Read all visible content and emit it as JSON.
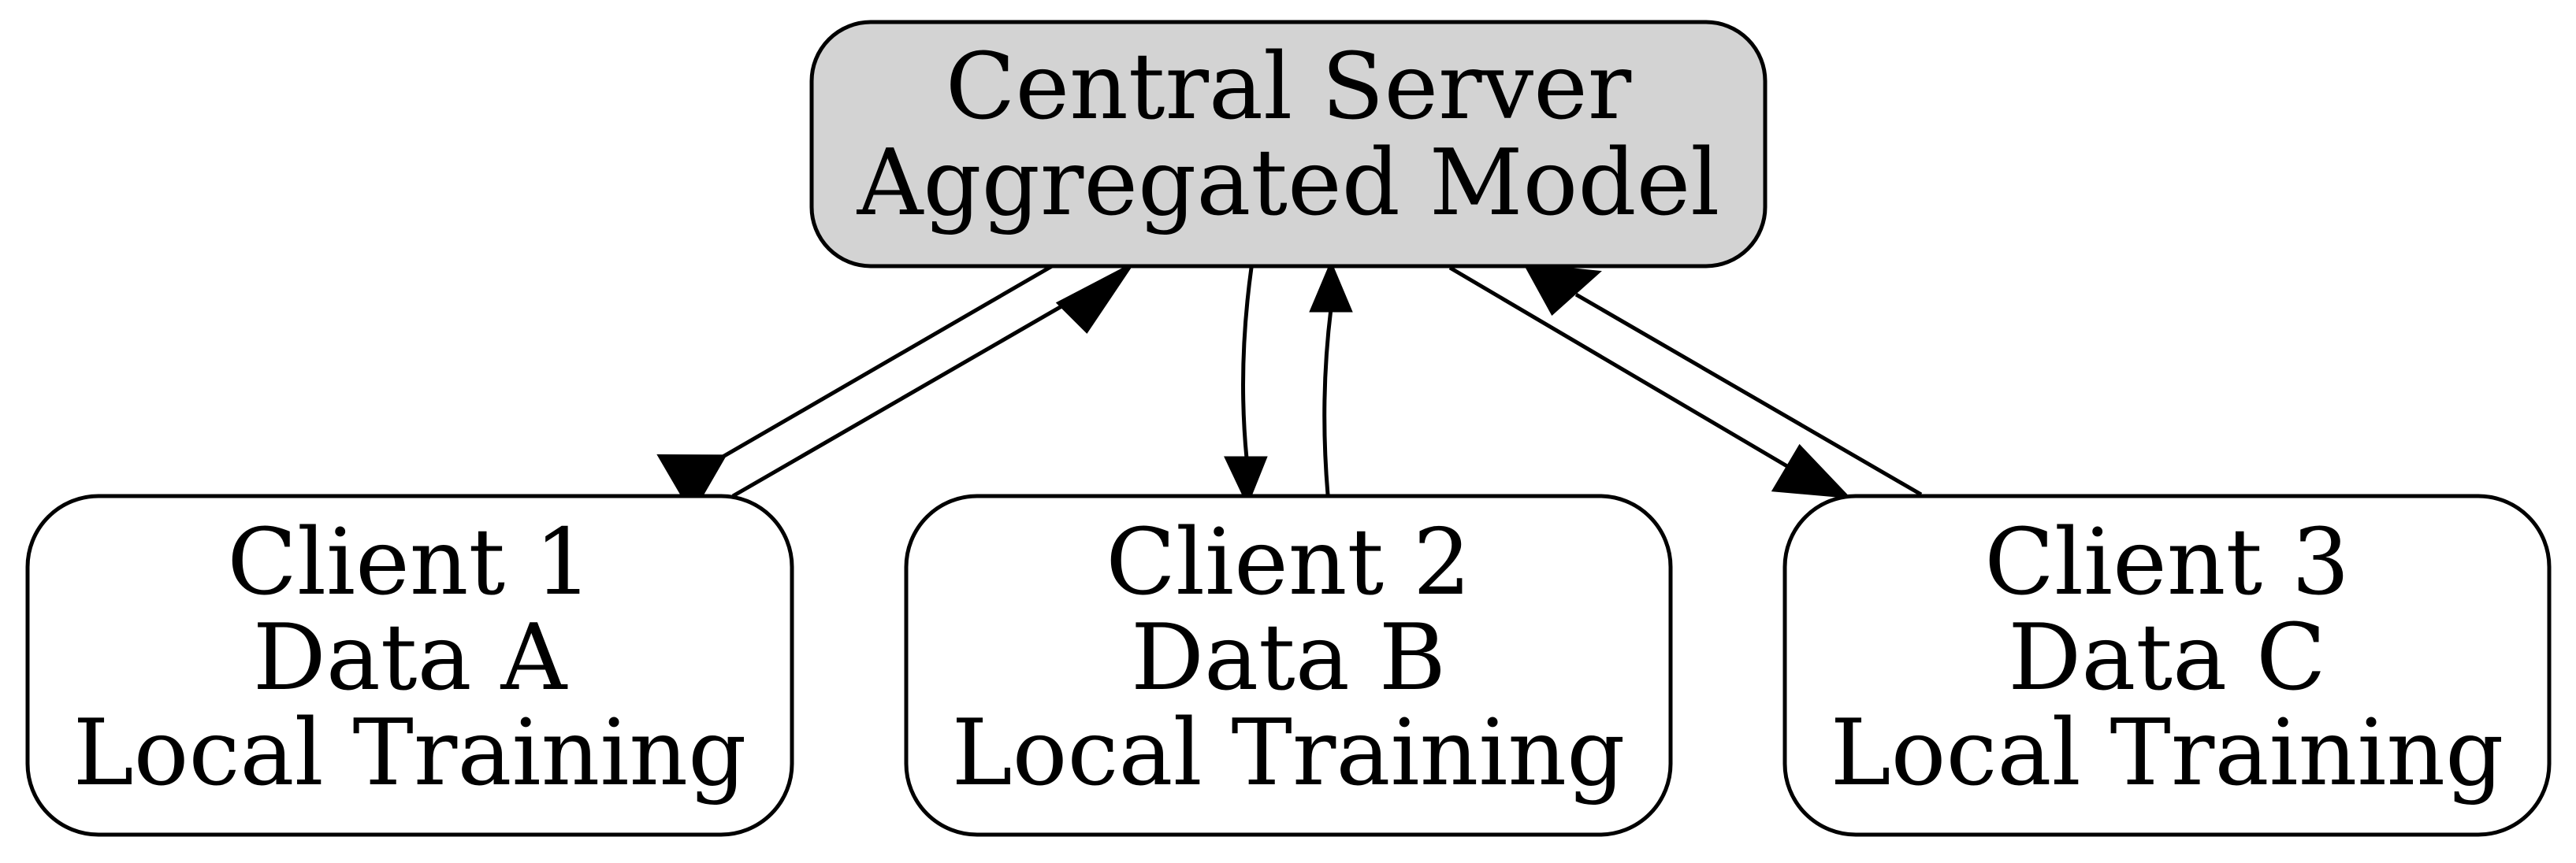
{
  "server": {
    "lines": [
      "Central Server",
      "Aggregated Model"
    ],
    "fill": "#d3d3d3"
  },
  "clients": [
    {
      "lines": [
        "Client 1",
        "Data A",
        "Local Training"
      ]
    },
    {
      "lines": [
        "Client 2",
        "Data B",
        "Local Training"
      ]
    },
    {
      "lines": [
        "Client 3",
        "Data C",
        "Local Training"
      ]
    }
  ],
  "colors": {
    "stroke": "#000000",
    "client_fill": "#ffffff"
  }
}
